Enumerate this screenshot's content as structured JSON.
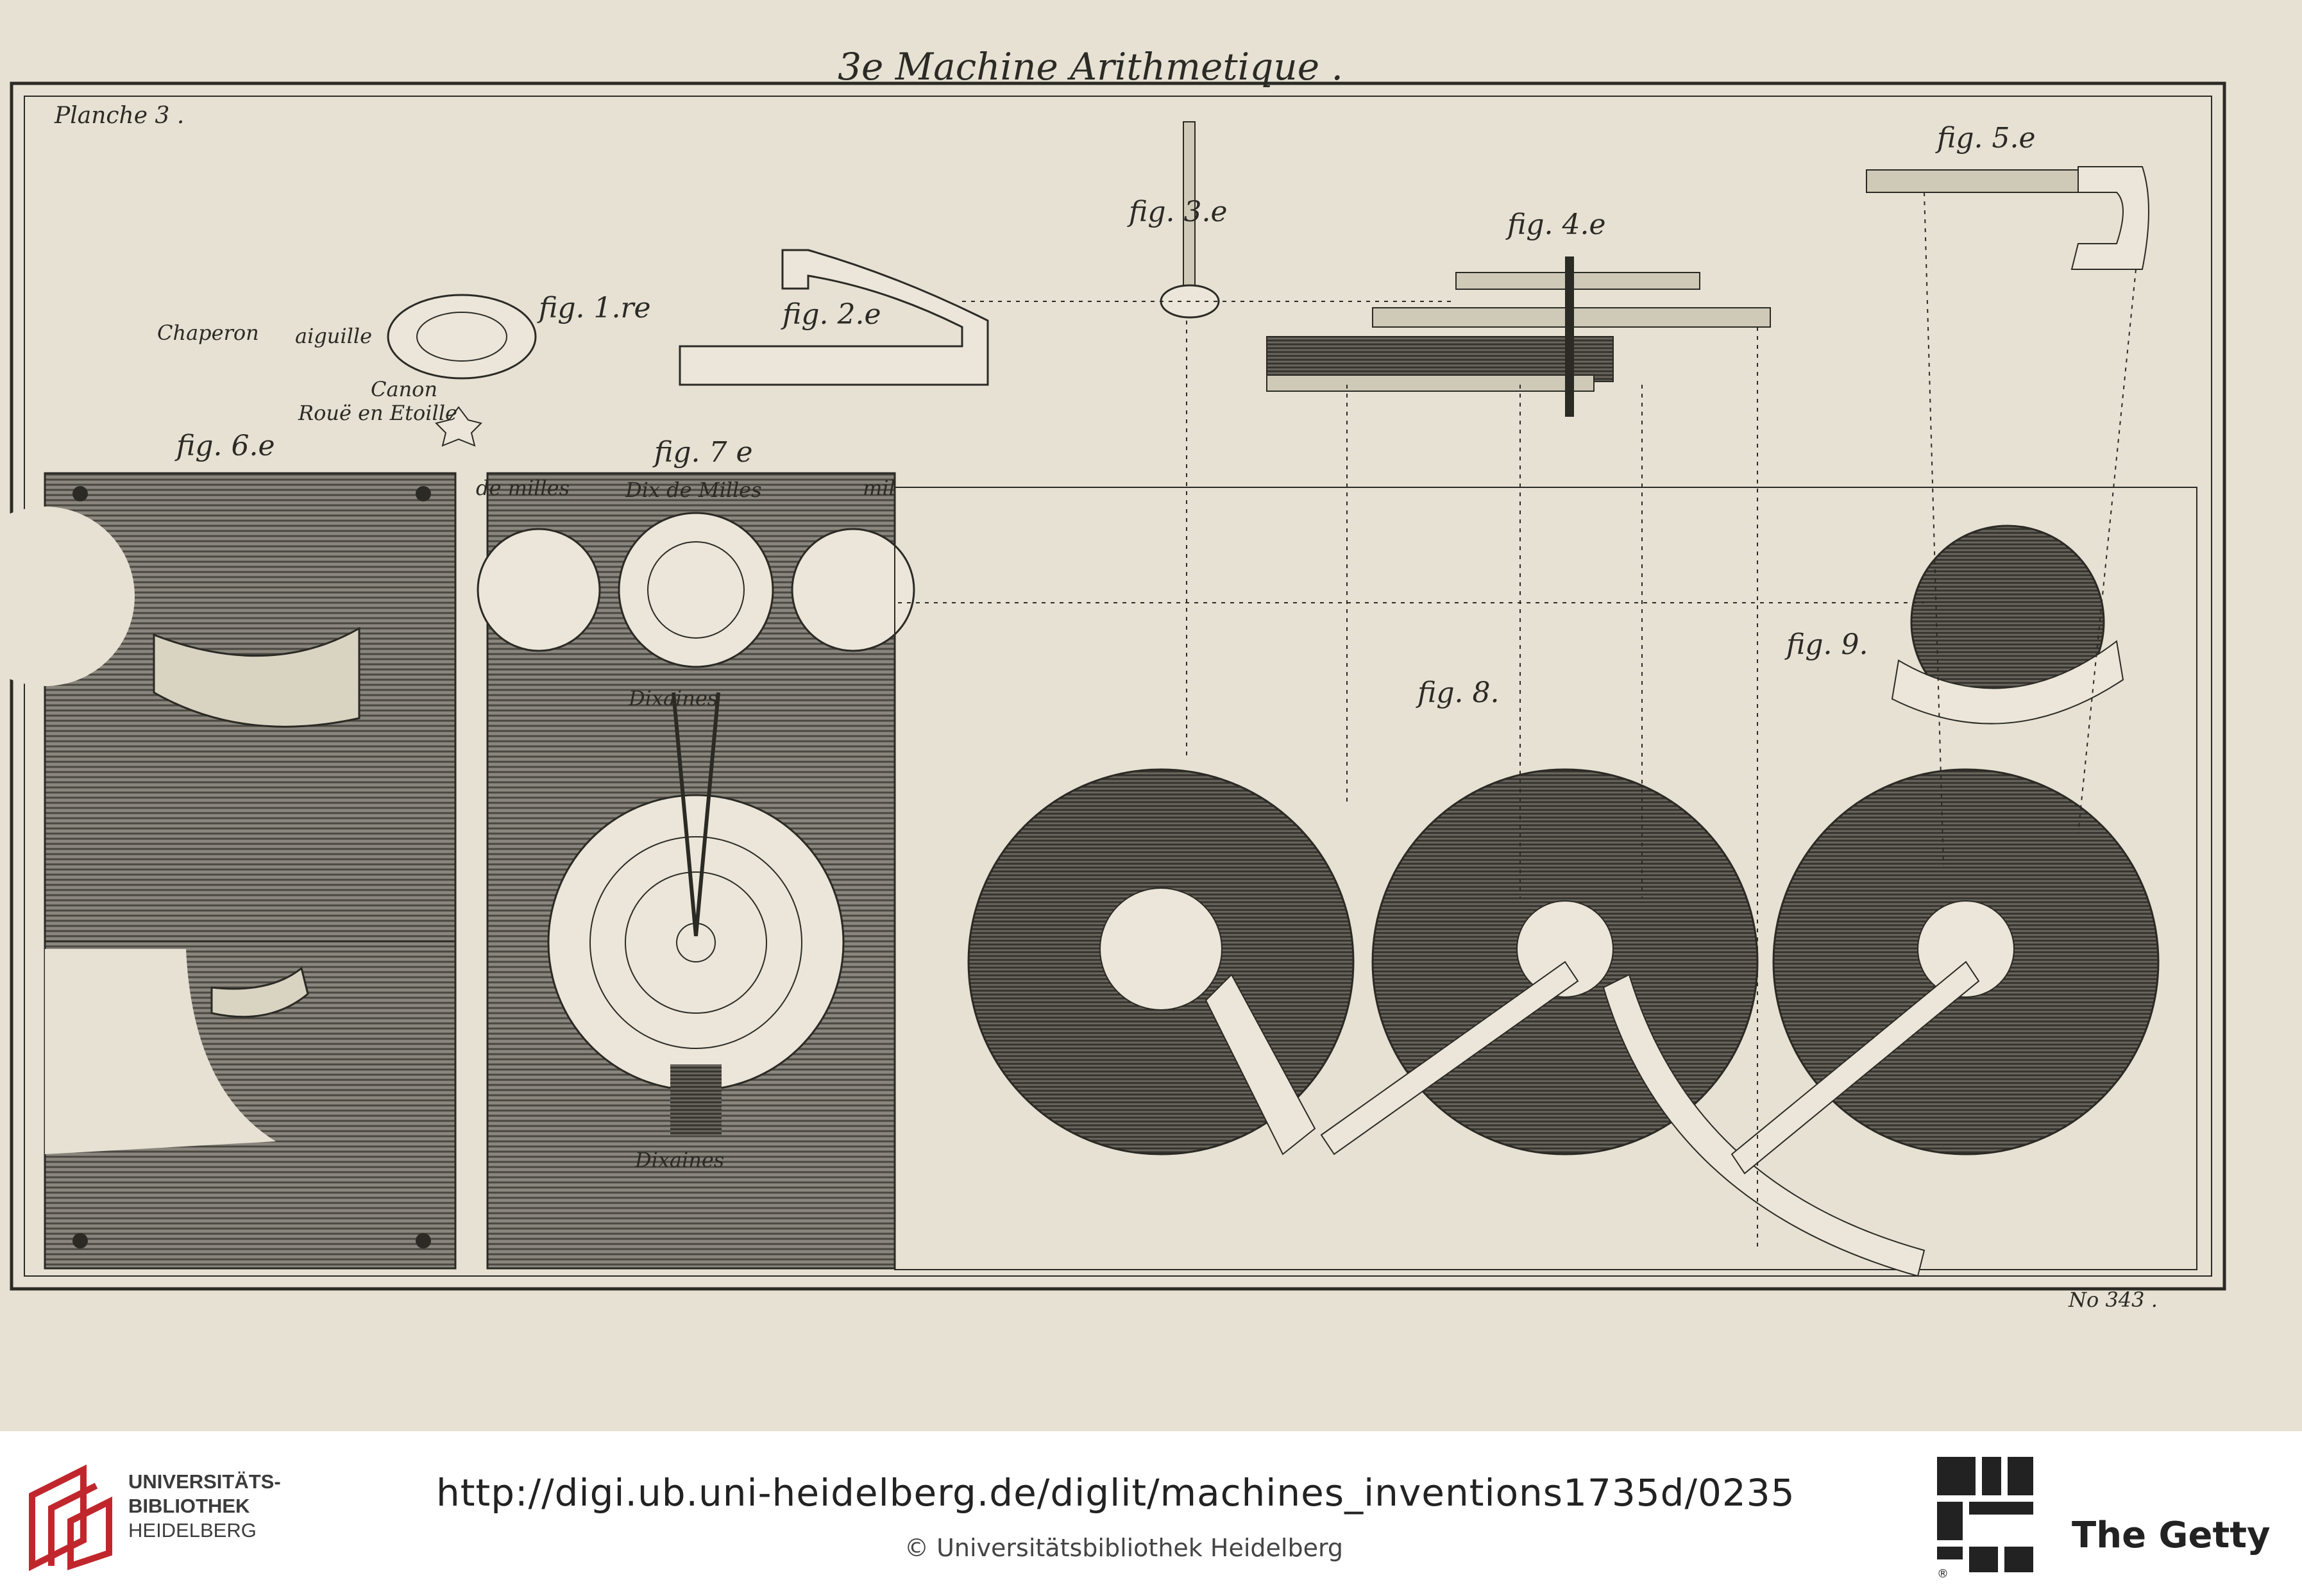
{
  "plate": {
    "title": "3e Machine Arithmetique .",
    "plate_label": "Planche 3 .",
    "plate_number": "No 343 ."
  },
  "figures": {
    "fig1": "fig. 1.re",
    "fig2": "fig. 2.e",
    "fig3": "fig. 3.e",
    "fig4": "fig. 4.e",
    "fig5": "fig. 5.e",
    "fig6": "fig. 6.e",
    "fig7": "fig. 7 e",
    "fig8": "fig. 8.",
    "fig9": "fig. 9."
  },
  "labels": {
    "chaperon": "Chaperon",
    "aiguille": "aiguille",
    "canon": "Canon",
    "roue_en_etoille": "Rouë en Etoille",
    "de_milles": "de milles",
    "dix_de_milles": "Dix de Milles",
    "mil": "mil",
    "dixaines_top": "Dixaines",
    "dixaines_bottom": "Dixaines"
  },
  "footer": {
    "ub_line1": "UNIVERSITÄTS-",
    "ub_line2": "BIBLIOTHEK",
    "ub_line3": "HEIDELBERG",
    "url": "http://digi.ub.uni-heidelberg.de/diglit/machines_inventions1735d/0235",
    "copyright": "© Universitätsbibliothek Heidelberg",
    "getty": "The Getty",
    "getty_mark": "®"
  },
  "colors": {
    "paper": "#e6e1d3",
    "ink": "#2b2a25",
    "hatch": "#6f6c64",
    "ub_red": "#c0272d"
  }
}
